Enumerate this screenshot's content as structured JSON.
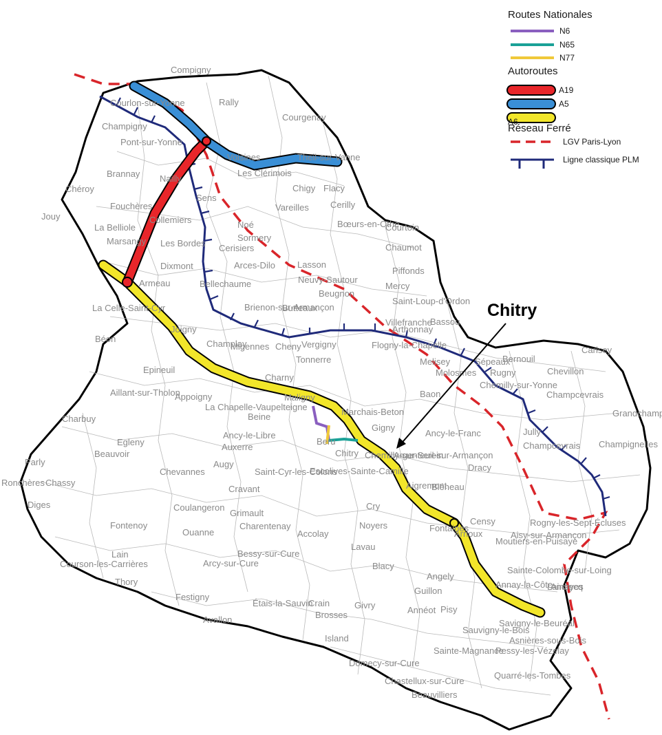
{
  "callout": {
    "label": "Chitry"
  },
  "legend": {
    "national_heading": "Routes Nationales",
    "n6": "N6",
    "n65": "N65",
    "n77": "N77",
    "autoroutes_heading": "Autoroutes",
    "a19": "A19",
    "a5": "A5",
    "a6": "A6",
    "rail_heading": "Réseau Ferré",
    "lgv": "LGV  Paris-Lyon",
    "plm": "Ligne classique PLM"
  },
  "colors": {
    "n6": "#8a5fbf",
    "n65": "#1aa197",
    "n77": "#f0c93a",
    "a19": "#e8262a",
    "a5": "#3a8fd6",
    "a6": "#f2e62a",
    "lgv": "#d9252a",
    "plm": "#1f2a7a"
  },
  "towns": [
    "Compigny",
    "Courlon-sur-Yonne",
    "Rally",
    "Courgenay",
    "Champigny",
    "Pont-sur-Yonne",
    "Voisines",
    "Les Clérimois",
    "Theil-sur-Vanne",
    "Brannay",
    "Nailly",
    "Chigy",
    "Flacy",
    "Chéroy",
    "Fouchères",
    "Sens",
    "Vareilles",
    "Cerilly",
    "Jouy",
    "La Belliole",
    "Collemiers",
    "Noé",
    "Bœurs-en-Othe",
    "Courtoin",
    "Marsangy",
    "Les Bordes",
    "Cerisiers",
    "Sormery",
    "Chaumot",
    "Dixmont",
    "Arces-Dilo",
    "Lasson",
    "Piffonds",
    "Armeau",
    "Bellechaume",
    "Neuvy-Sautour",
    "Mercy",
    "Beugnon",
    "Saint-Loup-d'Ordon",
    "La Celle-Saint-Cyr",
    "Joigny",
    "Brienon-sur-Armançon",
    "Butteaux",
    "Villefranche",
    "Béon",
    "Champlay",
    "Migennes",
    "Cheny",
    "Vergigny",
    "Flogny-la-Chapelle",
    "Arthonnay",
    "Bassou",
    "Carisey",
    "Tonnerre",
    "Melisey",
    "Sépeaux",
    "Bernouil",
    "Molosmes",
    "Rugny",
    "Chevillon",
    "Epineuil",
    "Chemilly-sur-Yonne",
    "Charny",
    "Aillant-sur-Tholon",
    "Appoigny",
    "Maligny",
    "Baon",
    "Champcevrais",
    "Chassy",
    "La Chapelle-Vaupelteigne",
    "Marchais-Beton",
    "Charbuy",
    "Beine",
    "Gigny",
    "Grandchamp",
    "Egleny",
    "Ancy-le-Libre",
    "Jully",
    "Champignelles",
    "Beauvoir",
    "Auxerre",
    "Beru",
    "Ancy-le-Franc",
    "Champcevrais",
    "Parly",
    "Augy",
    "Chitry",
    "Chemilly-sur-Serein",
    "Argenteuil-sur-Armançon",
    "Dracy",
    "Chevannes",
    "Saint-Cyr-les-Colons",
    "Escolives-Sainte-Camille",
    "Aigremont",
    "Bléneau",
    "Diges",
    "Cravant",
    "Cry",
    "Fontaines",
    "Coulangeron",
    "Grimault",
    "Censy",
    "Aisy-sur-Armançon",
    "Rogny-les-Sept-Écluses",
    "Ronchères",
    "Fontenoy",
    "Ouanne",
    "Charentenay",
    "Accolay",
    "Noyers",
    "Arnoux",
    "Moutiers-en-Puisaye",
    "Lain",
    "Bessy-sur-Cure",
    "Lavau",
    "Courson-les-Carrières",
    "Arcy-sur-Cure",
    "Blacy",
    "Sainte-Colombe-sur-Loing",
    "Thory",
    "Angely",
    "Annay-la-Côte",
    "Guillon",
    "Lainsecq",
    "Festigny",
    "Crain",
    "Brosses",
    "Givry",
    "Annéot",
    "Pisy",
    "Andryes",
    "Étais-la-Sauvin",
    "Avallon",
    "Sauvigny-le-Bois",
    "Savigny-le-Beuréal",
    "Asnières-sous-Bois",
    "Island",
    "Sainte-Magnance",
    "Pessy-les-Vézelay",
    "Domecy-sur-Cure",
    "Chastellux-sur-Cure",
    "Beauvilliers",
    "Quarré-les-Tombes"
  ]
}
